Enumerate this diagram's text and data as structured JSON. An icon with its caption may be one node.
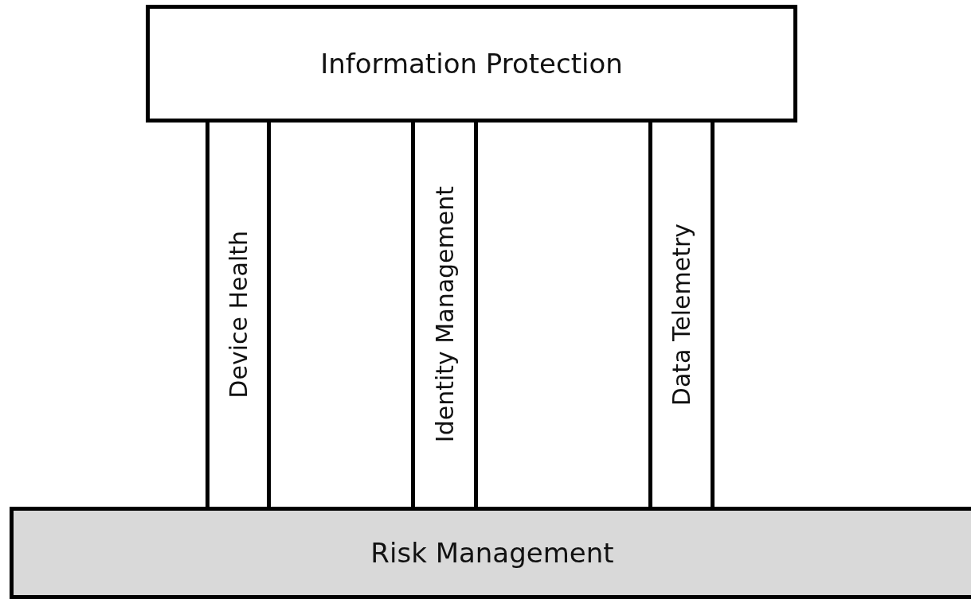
{
  "diagram": {
    "nodes": [
      {
        "text": [
          "Information Protection"
        ]
      },
      {
        "text": [
          "Device Health"
        ]
      },
      {
        "text": [
          "Identity Management"
        ]
      },
      {
        "text": [
          "Data Telemetry"
        ]
      },
      {
        "text": [
          "Risk Management"
        ]
      }
    ]
  }
}
